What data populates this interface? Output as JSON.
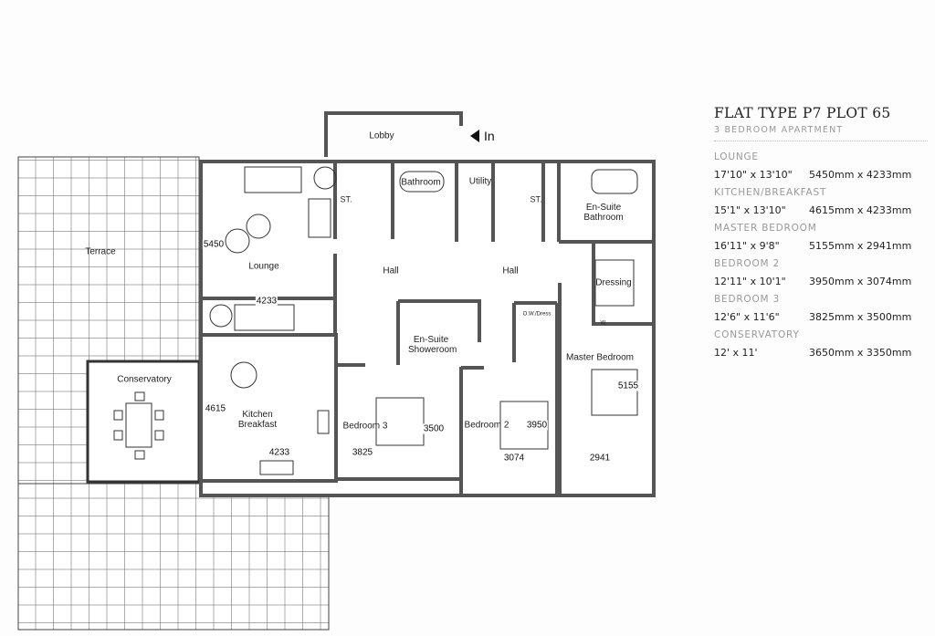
{
  "plan": {
    "entrance": "In",
    "rooms": {
      "terrace": "Terrace",
      "lobby": "Lobby",
      "bathroom": "Bathroom",
      "utility": "Utility",
      "store_1": "ST.",
      "store_2": "ST.",
      "ensuite_bathroom": "En-Suite Bathroom",
      "lounge": "Lounge",
      "hall_1": "Hall",
      "hall_2": "Hall",
      "dressing": "Dressing",
      "ow_dress": "O.W./Dress",
      "ensuite_showerroom": "En-Suite Showeroom",
      "master_bedroom": "Master Bedroom",
      "conservatory": "Conservatory",
      "kitchen_breakfast": "Kitchen Breakfast",
      "bedroom_3": "Bedroom 3",
      "bedroom_2": "Bedroom 2",
      "wardrobe": "W."
    },
    "dimensions": {
      "lounge_length": "5450",
      "lounge_width": "4233",
      "kitchen_length": "4615",
      "kitchen_width": "4233",
      "bedroom3_length": "3500",
      "bedroom3_width": "3825",
      "bedroom2_length": "3950",
      "bedroom2_width": "3074",
      "master_length": "5155",
      "master_width": "2941"
    }
  },
  "panel": {
    "title": "FLAT TYPE P7 PLOT 65",
    "subtitle": "3 BEDROOM APARTMENT",
    "rooms": [
      {
        "name": "LOUNGE",
        "imperial": "17'10\" x 13'10\"",
        "metric": "5450mm x 4233mm"
      },
      {
        "name": "KITCHEN/BREAKFAST",
        "imperial": "15'1\" x 13'10\"",
        "metric": "4615mm x 4233mm"
      },
      {
        "name": "MASTER BEDROOM",
        "imperial": "16'11\" x 9'8\"",
        "metric": "5155mm x 2941mm"
      },
      {
        "name": "BEDROOM 2",
        "imperial": "12'11\" x 10'1\"",
        "metric": "3950mm x 3074mm"
      },
      {
        "name": "BEDROOM 3",
        "imperial": "12'6\" x 11'6\"",
        "metric": "3825mm x 3500mm"
      },
      {
        "name": "CONSERVATORY",
        "imperial": "12' x 11'",
        "metric": "3650mm x 3350mm"
      }
    ]
  }
}
